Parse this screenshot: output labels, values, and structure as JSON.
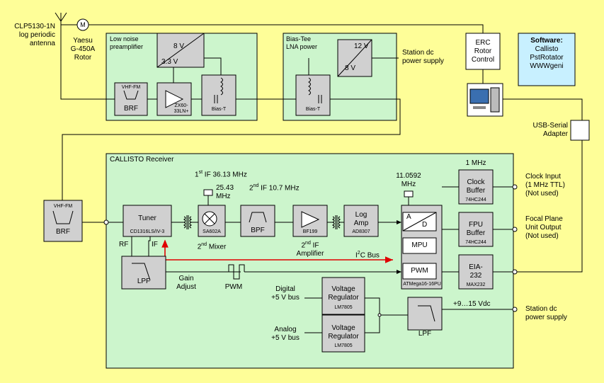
{
  "antenna": {
    "name": "CLP5130-1N",
    "line2": "log periodic",
    "line3": "antenna"
  },
  "rotor": {
    "motor_symbol": "M",
    "line1": "Yaesu",
    "line2": "G-450A",
    "line3": "Rotor"
  },
  "preamp": {
    "title1": "Low noise",
    "title2": "preamplifier",
    "reg_out": "8 V",
    "reg_in": "3.3 V",
    "brf_top": "VHF-FM",
    "brf": "BRF",
    "amp_part1": "ZX60-",
    "amp_part2": "33LN+",
    "biast": "Bias-T"
  },
  "biastee_power": {
    "title1": "Bias-Tee",
    "title2": "LNA power",
    "reg_top": "12 V",
    "reg_bottom": "8 V",
    "biast": "Bias-T"
  },
  "station_dc_top": {
    "line1": "Station dc",
    "line2": "power supply"
  },
  "erc": {
    "line1": "ERC",
    "line2": "Rotor",
    "line3": "Control"
  },
  "software": {
    "title": "Software:",
    "items": [
      "Callisto",
      "PstRotator",
      "WWWgeni"
    ]
  },
  "usb_adapter": {
    "line1": "USB-Serial",
    "line2": "Adapter"
  },
  "ext_brf": {
    "top": "VHF-FM",
    "label": "BRF"
  },
  "receiver": {
    "title": "CALLISTO Receiver",
    "tuner": "Tuner",
    "tuner_part": "CD1316LS/IV-3",
    "rf": "RF",
    "if": "IF",
    "lpf": "LPF",
    "if1_sup": "st",
    "if1_text": "IF 36.13 MHz",
    "lo1": "25.43",
    "lo1_unit": "MHz",
    "if2_sup": "nd",
    "if2_text": "IF 10.7 MHz",
    "mixer_part": "SA602A",
    "mixer_sup": "nd",
    "mixer_label": "Mixer",
    "bpf": "BPF",
    "ifamp_part": "BF199",
    "ifamp_sup": "nd",
    "ifamp_label1": "IF",
    "ifamp_label2": "Amplifier",
    "logamp1": "Log",
    "logamp2": "Amp",
    "logamp_part": "AD8307",
    "xtal": "11.0592",
    "xtal_unit": "MHz",
    "adc_a": "A",
    "adc_d": "D",
    "mpu": "MPU",
    "pwm": "PWM",
    "mcu_part": "ATMega16-16PU",
    "i2c_sup": "2",
    "i2c_label": "C Bus",
    "gain1": "Gain",
    "gain2": "Adjust",
    "pwm_label": "PWM",
    "clock_freq": "1 MHz",
    "clock1": "Clock",
    "clock2": "Buffer",
    "clock_part": "74HC244",
    "fpu1": "FPU",
    "fpu2": "Buffer",
    "fpu_part": "74HC244",
    "eia1": "EIA-",
    "eia2": "232",
    "eia_part": "MAX232",
    "digital1": "Digital",
    "digital2": "+5 V bus",
    "analog1": "Analog",
    "analog2": "+5 V bus",
    "vreg1": "Voltage",
    "vreg2": "Regulator",
    "vreg_part": "LM7805",
    "lpf2": "LPF",
    "vin": "+9…15 Vdc"
  },
  "outputs": {
    "clock_input": [
      "Clock Input",
      "(1 MHz TTL)",
      "(Not used)"
    ],
    "fpu_output": [
      "Focal Plane",
      "Unit Output",
      "(Not used)"
    ],
    "station_dc": [
      "Station dc",
      "power supply"
    ]
  },
  "colors": {
    "background": "#fefe98",
    "group_fill": "#ccf5cc",
    "block_fill": "#d0d0d0",
    "software_fill": "#c8f0ff",
    "i2c_bus": "#e00000"
  }
}
